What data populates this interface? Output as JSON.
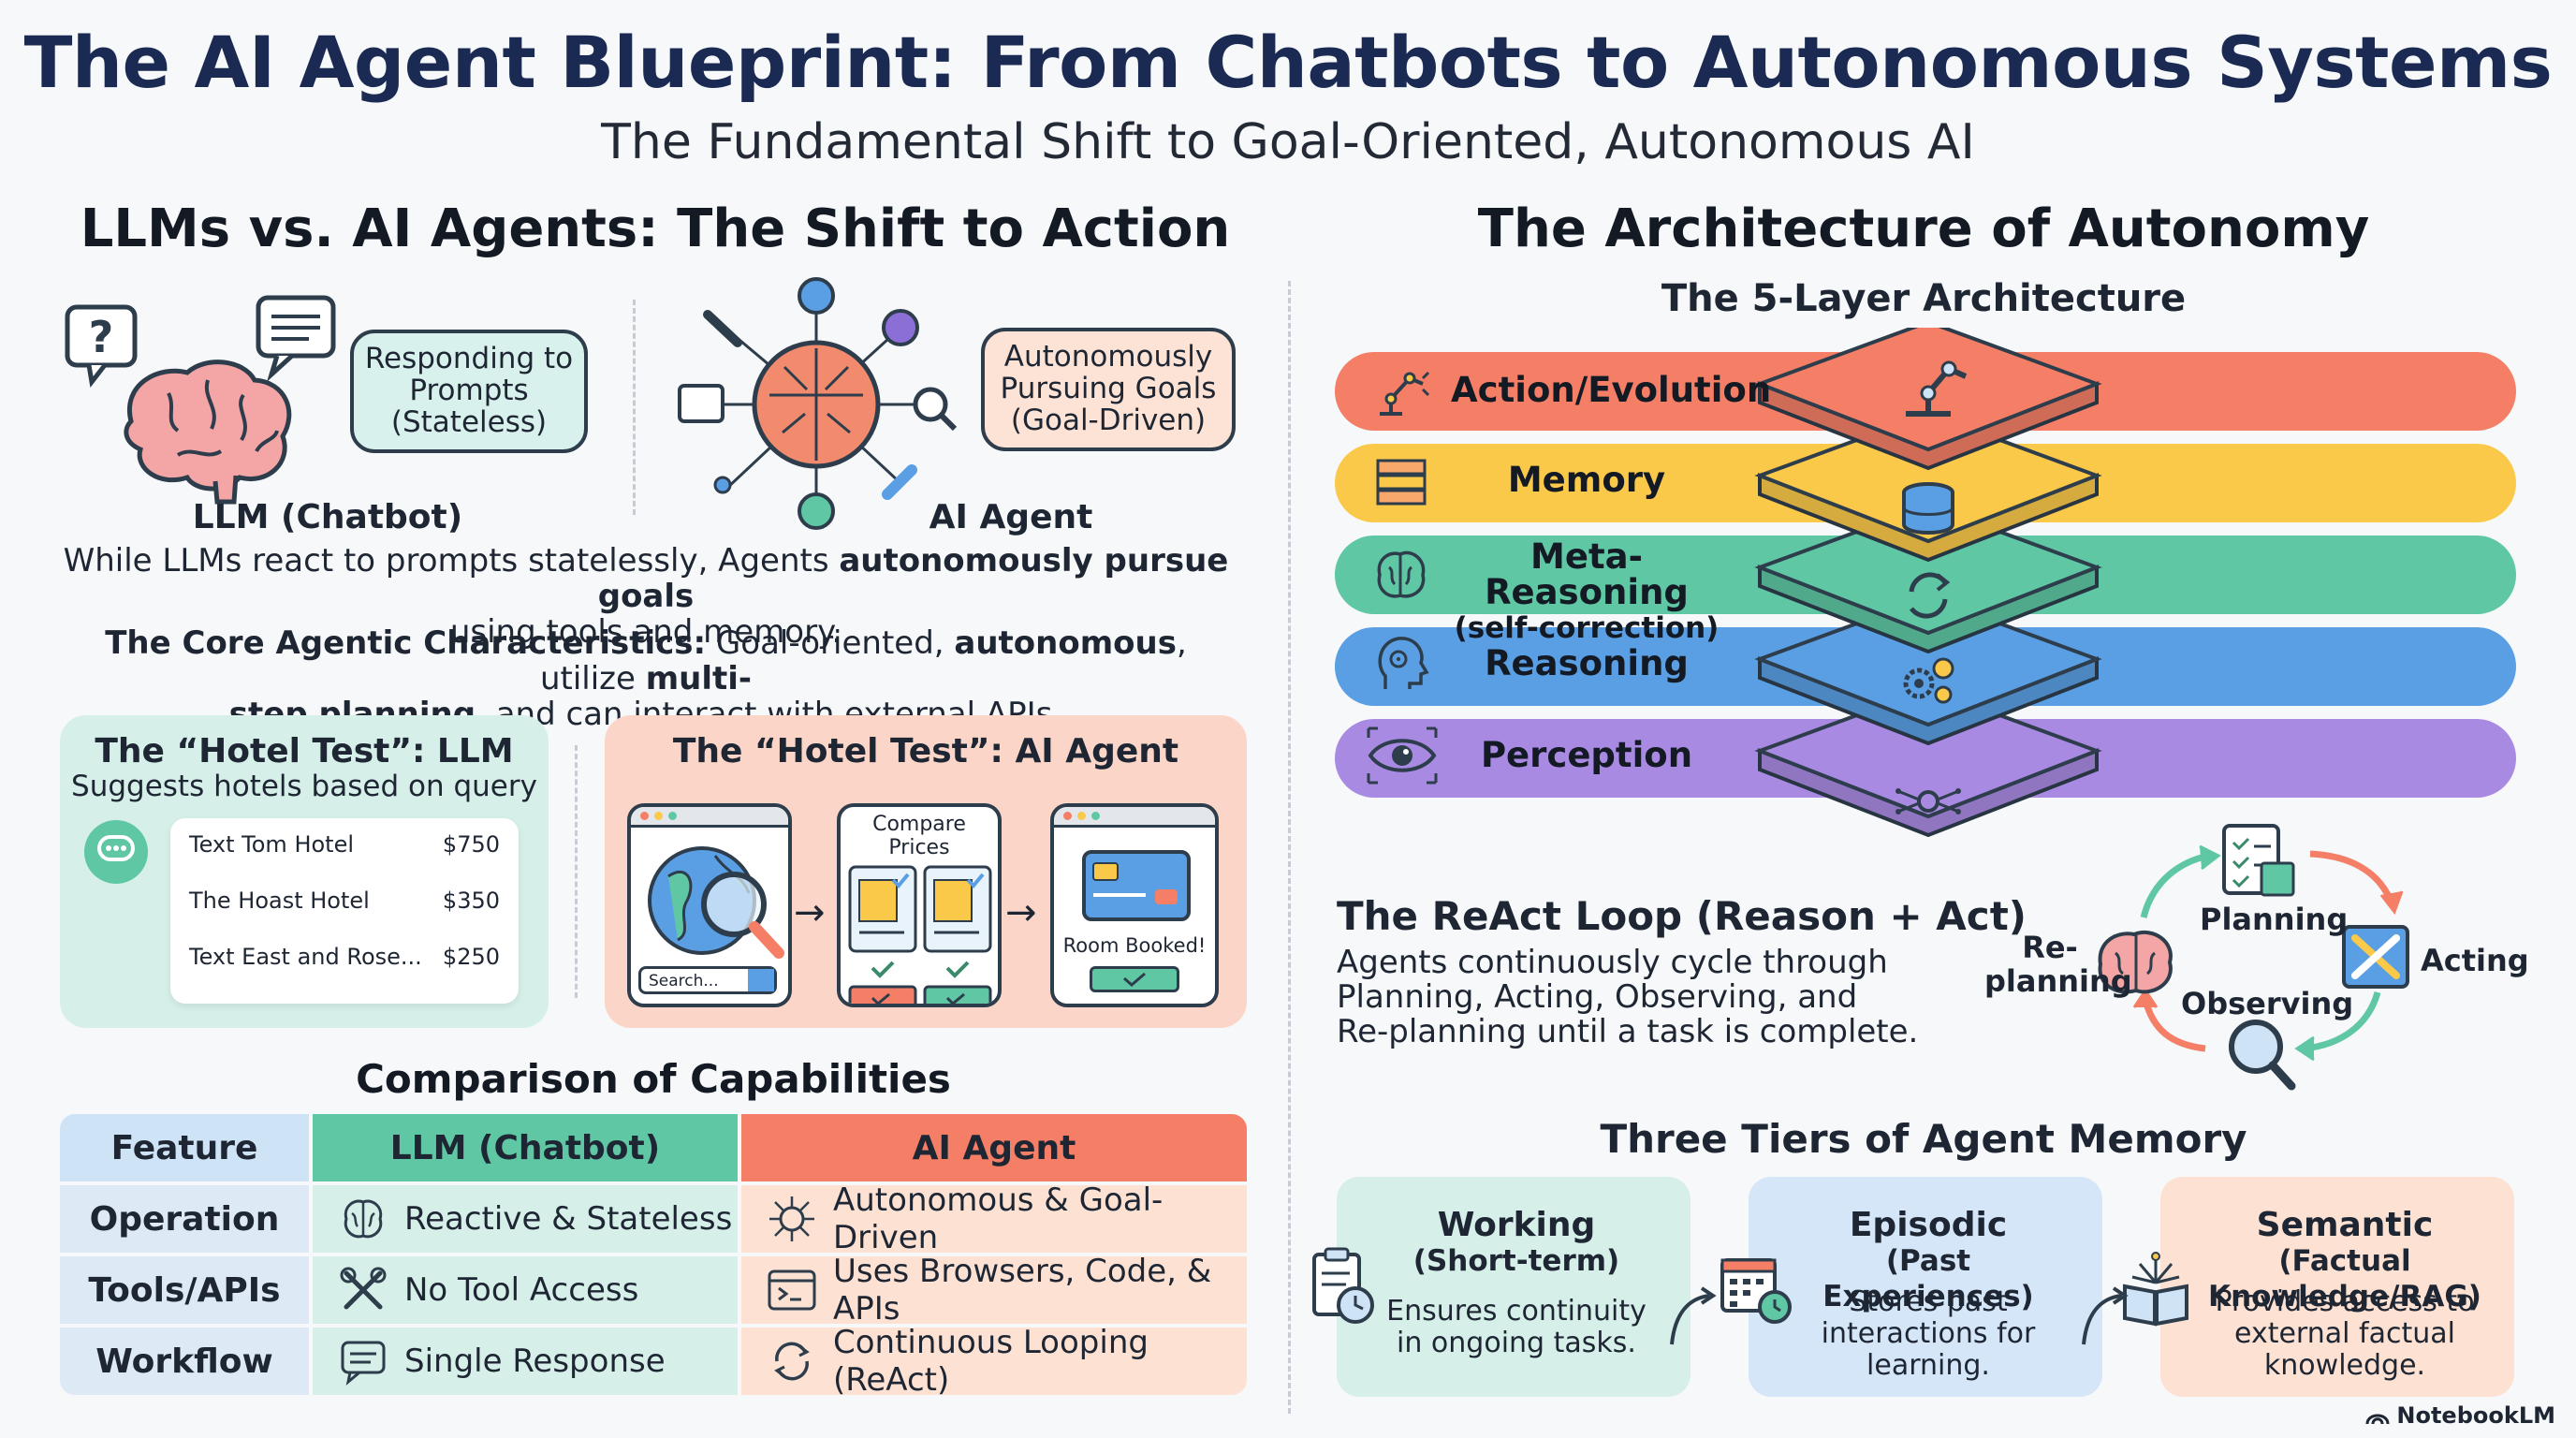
{
  "header": {
    "title": "The AI Agent Blueprint: From Chatbots to Autonomous Systems",
    "subtitle": "The Fundamental Shift to Goal-Oriented, Autonomous AI"
  },
  "left": {
    "section_title": "LLMs vs. AI Agents: The Shift to Action",
    "llm_bubble": "Responding to Prompts (Stateless)",
    "llm_caption": "LLM (Chatbot)",
    "agent_bubble": "Autonomously Pursuing Goals (Goal-Driven)",
    "agent_caption": "AI Agent",
    "para1_a": "While LLMs react to prompts statelessly, Agents ",
    "para1_b": "autonomously pursue goals",
    "para1_c": "using tools and memory.",
    "para2_label": "The Core Agentic Characteristics:",
    "para2_a": " Goal-oriented, ",
    "para2_b": "autonomous",
    "para2_c": ", utilize ",
    "para2_d": "multi-",
    "para2_e": "step planning",
    "para2_f": ", and can interact with external APIs.",
    "hotel_llm": {
      "title": "The “Hotel Test”: LLM",
      "subtitle": "Suggests hotels based on query",
      "rows": [
        {
          "name": "Text Tom Hotel",
          "price": "$750"
        },
        {
          "name": "The Hoast Hotel",
          "price": "$350"
        },
        {
          "name": "Text East and Rose...",
          "price": "$250"
        }
      ]
    },
    "hotel_agent": {
      "title": "The “Hotel Test”: AI Agent",
      "search_placeholder": "Search...",
      "compare_label": "Compare Prices",
      "booked_label": "Room Booked!"
    },
    "comparison": {
      "title": "Comparison of Capabilities",
      "headers": [
        "Feature",
        "LLM (Chatbot)",
        "AI Agent"
      ],
      "rows": [
        {
          "feature": "Operation",
          "llm": "Reactive & Stateless",
          "agent": "Autonomous & Goal-Driven",
          "llm_icon": "brain-icon",
          "agent_icon": "network-brain-icon"
        },
        {
          "feature": "Tools/APIs",
          "llm": "No Tool Access",
          "agent": "Uses Browsers, Code, & APIs",
          "llm_icon": "crossed-tools-icon",
          "agent_icon": "terminal-window-icon"
        },
        {
          "feature": "Workflow",
          "llm": "Single Response",
          "agent": "Continuous Looping (ReAct)",
          "llm_icon": "chat-bubble-icon",
          "agent_icon": "loop-arrows-icon"
        }
      ]
    }
  },
  "right": {
    "section_title": "The Architecture of Autonomy",
    "layers_title": "The 5-Layer Architecture",
    "layers": [
      {
        "label": "Action/Evolution",
        "sub": "",
        "color": "#f47f66",
        "icon": "robot-arm-icon"
      },
      {
        "label": "Memory",
        "sub": "",
        "color": "#fbc94a",
        "icon": "database-icon"
      },
      {
        "label": "Meta-Reasoning",
        "sub": "(self-correction)",
        "color": "#5fc7a4",
        "icon": "refresh-icon"
      },
      {
        "label": "Reasoning",
        "sub": "",
        "color": "#5a9fe3",
        "icon": "gears-icon"
      },
      {
        "label": "Perception",
        "sub": "",
        "color": "#a98ae3",
        "icon": "eye-icon"
      }
    ],
    "react": {
      "title": "The ReAct Loop (Reason + Act)",
      "desc": [
        "Agents continuously cycle through",
        "Planning, Acting, Observing, and",
        "Re-planning until a task is complete."
      ],
      "steps": {
        "planning": "Planning",
        "acting": "Acting",
        "observing": "Observing",
        "replanning_1": "Re-",
        "replanning_2": "planning"
      }
    },
    "memory": {
      "title": "Three Tiers of Agent Memory",
      "tiers": [
        {
          "title": "Working",
          "sub": "(Short-term)",
          "desc": [
            "Ensures continuity",
            "in ongoing tasks."
          ],
          "color": "#d6efe9",
          "icon": "clipboard-clock-icon"
        },
        {
          "title": "Episodic",
          "sub": "(Past Experiences)",
          "desc": [
            "Stores past",
            "interactions for",
            "learning."
          ],
          "color": "#d4e6f8",
          "icon": "calendar-clock-icon"
        },
        {
          "title": "Semantic",
          "sub": "(Factual Knowledge/RAG)",
          "desc": [
            "Provides access to",
            "external factual",
            "knowledge."
          ],
          "color": "#fde1d3",
          "icon": "open-book-icon"
        }
      ]
    }
  },
  "footer": {
    "brand": "NotebookLM"
  }
}
